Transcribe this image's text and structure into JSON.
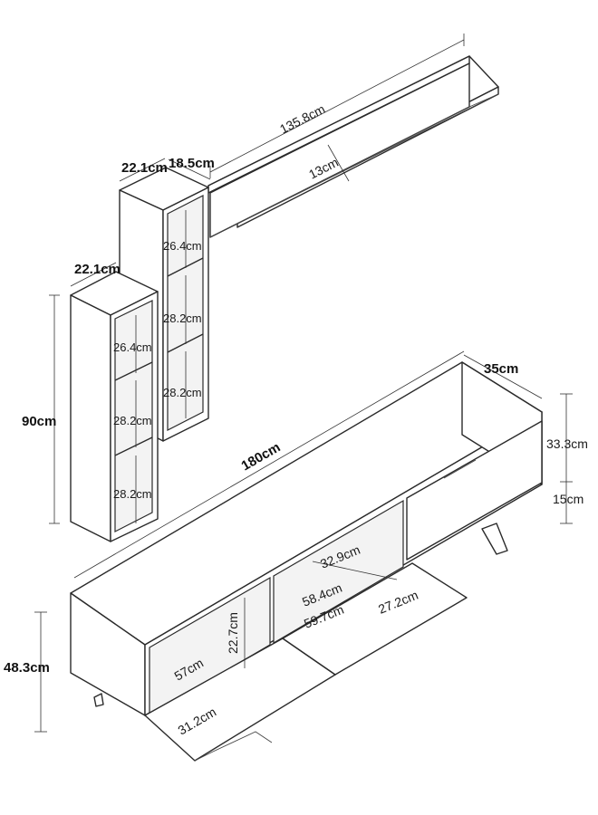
{
  "labels": {
    "shelf_length": "135.8cm",
    "shelf_depth": "13cm",
    "tall_unit_width": "22.1cm",
    "tall_unit_depth": "18.5cm",
    "tall_unit_section_top": "26.4cm",
    "tall_unit_section_mid": "28.2cm",
    "tall_unit_section_bottom": "28.2cm",
    "short_unit_width": "22.1cm",
    "short_unit_height": "90cm",
    "short_unit_section_top": "26.4cm",
    "short_unit_section_mid": "28.2cm",
    "short_unit_section_bottom": "28.2cm",
    "tv_stand_length": "180cm",
    "tv_stand_depth": "35cm",
    "tv_stand_body_height": "33.3cm",
    "tv_stand_leg_height": "15cm",
    "tv_stand_total_height": "48.3cm",
    "open_compartment_height": "22.7cm",
    "open_compartment_width": "57cm",
    "door_width_left": "31.2cm",
    "inner_depth": "32.9cm",
    "middle_compartment_width": "58.4cm",
    "door_width_middle": "59.7cm",
    "door_width_right": "27.2cm"
  }
}
